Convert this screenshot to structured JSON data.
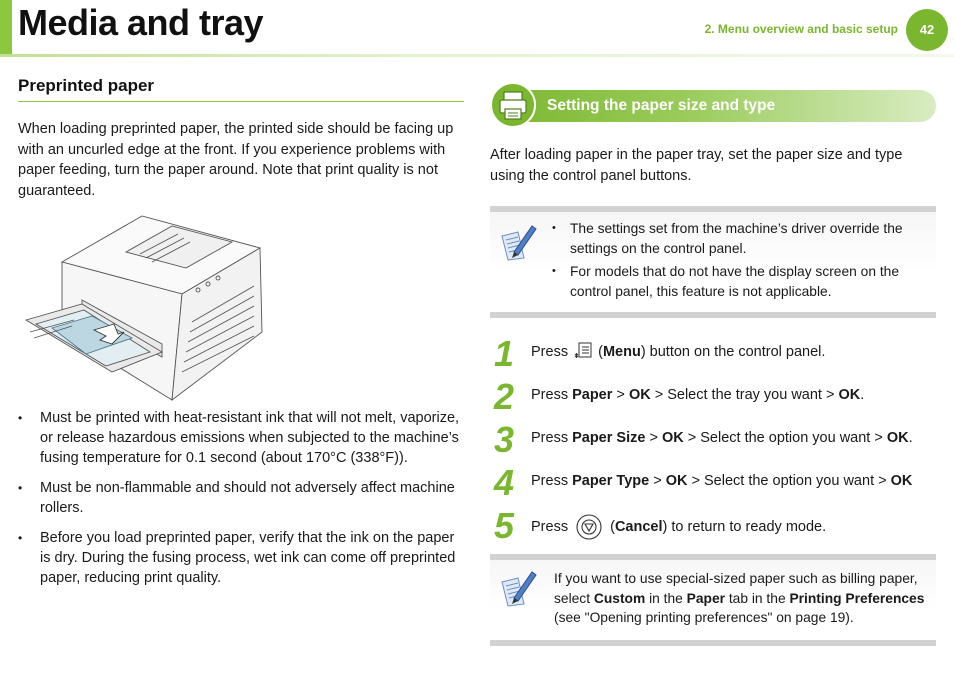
{
  "header": {
    "title": "Media and tray",
    "chapter": "2.  Menu overview and basic setup",
    "page_number": "42"
  },
  "left": {
    "heading": "Preprinted paper",
    "intro": "When loading preprinted paper, the printed side should be facing up with an uncurled edge at the front. If you experience problems with paper feeding, turn the paper around. Note that print quality is not guaranteed.",
    "bullets": [
      "Must be printed with heat-resistant ink that will not melt, vaporize, or release hazardous emissions when subjected to the machine’s fusing temperature for 0.1 second (about 170°C (338°F)).",
      "Must be non-flammable and should not adversely affect machine rollers.",
      "Before you load preprinted paper, verify that the ink on the paper is dry. During the fusing process, wet ink can come off preprinted paper, reducing print quality."
    ]
  },
  "right": {
    "subheading": "Setting the paper size and type",
    "intro": "After loading paper in the paper tray, set the paper size and type using the control panel buttons.",
    "note1": [
      "The settings set from the machine’s driver override the settings on the control panel.",
      "For models that do not have the display screen on the control panel, this feature is not applicable."
    ],
    "steps": [
      {
        "num": "1",
        "a": "Press ",
        "b": " (",
        "c": "Menu",
        "d": ") button on the control panel."
      },
      {
        "num": "2",
        "a": "Press ",
        "b": "Paper",
        "c": " > ",
        "d": "OK",
        "e": " > Select the tray you want > ",
        "f": "OK",
        "g": "."
      },
      {
        "num": "3",
        "a": "Press ",
        "b": "Paper Size",
        "c": " > ",
        "d": "OK",
        "e": " > Select the option you want > ",
        "f": "OK",
        "g": "."
      },
      {
        "num": "4",
        "a": "Press ",
        "b": "Paper Type",
        "c": " > ",
        "d": "OK",
        "e": " > Select the option you want > ",
        "f": "OK",
        "g": ""
      },
      {
        "num": "5",
        "a": "Press ",
        "b": " (",
        "c": "Cancel",
        "d": ") to return to ready mode."
      }
    ],
    "note2": {
      "t1": "If you want to use special-sized paper such as billing paper, select ",
      "b1": "Custom",
      "t2": " in the ",
      "b2": "Paper",
      "t3": " tab in the ",
      "b3": "Printing Preferences",
      "t4": " (see \"Opening printing preferences\" on page 19)."
    }
  },
  "icons": {
    "section": "printer-icon",
    "note": "note-pencil-icon",
    "menu": "menu-button-icon",
    "cancel": "cancel-button-icon"
  },
  "colors": {
    "accent": "#7bb62f",
    "light_accent": "#8dc63f"
  }
}
